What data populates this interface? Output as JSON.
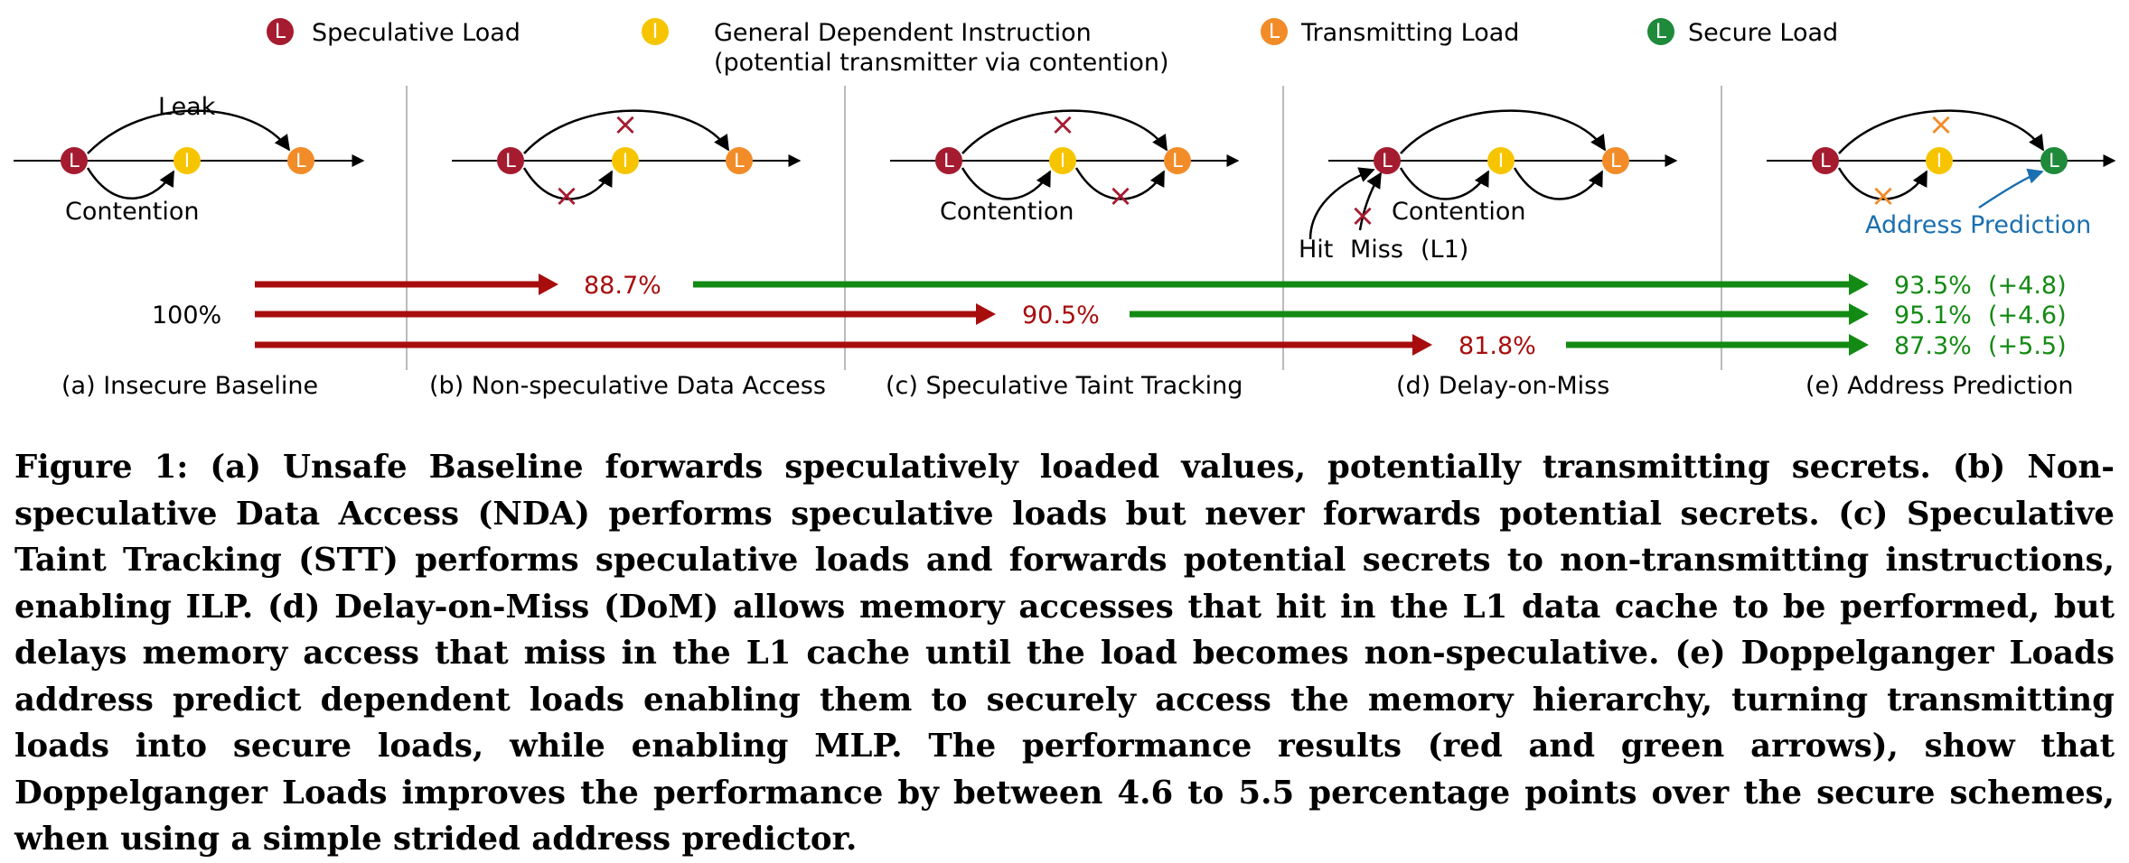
{
  "legend": [
    {
      "badge": "L",
      "color": "#a51c30",
      "label": "Speculative Load",
      "label2": ""
    },
    {
      "badge": "I",
      "color": "#f7c500",
      "label": "General Dependent Instruction",
      "label2": "(potential transmitter via contention)"
    },
    {
      "badge": "L",
      "color": "#f28c28",
      "label": "Transmitting Load",
      "label2": ""
    },
    {
      "badge": "L",
      "color": "#1e8a3a",
      "label": "Secure Load",
      "label2": ""
    }
  ],
  "colors": {
    "speculative": "#a51c30",
    "dependent": "#f7c500",
    "transmitting": "#f28c28",
    "secure": "#1e8a3a",
    "prediction": "#1a6fb0",
    "perf_red": "#a80d0d",
    "perf_green": "#138a13"
  },
  "annotations": {
    "leak": "Leak",
    "contention_a": "Contention",
    "contention_c": "Contention",
    "contention_d": "Contention",
    "hit": "Hit",
    "miss": "Miss",
    "l1": "(L1)",
    "address_prediction": "Address Prediction",
    "cross": "×"
  },
  "panels": [
    {
      "label": "(a) Insecure Baseline"
    },
    {
      "label": "(b) Non-speculative Data Access"
    },
    {
      "label": "(c) Speculative Taint Tracking"
    },
    {
      "label": "(d) Delay-on-Miss"
    },
    {
      "label": "(e) Address Prediction"
    }
  ],
  "performance": {
    "baseline": "100%",
    "rows": [
      {
        "scheme": "NDA",
        "secure": "88.7%",
        "improved": "93.5%",
        "delta": "(+4.8)"
      },
      {
        "scheme": "STT",
        "secure": "90.5%",
        "improved": "95.1%",
        "delta": "(+4.6)"
      },
      {
        "scheme": "DoM",
        "secure": "81.8%",
        "improved": "87.3%",
        "delta": "(+5.5)"
      }
    ]
  },
  "caption": "Figure 1: (a) Unsafe Baseline forwards speculatively loaded values, potentially transmitting secrets. (b) Non-speculative Data Access (NDA) performs speculative loads but never forwards potential secrets. (c) Speculative Taint Tracking (STT) performs speculative loads and forwards potential secrets to non-transmitting instructions, enabling ILP. (d) Delay-on-Miss (DoM) allows memory accesses that hit in the L1 data cache to be performed, but delays memory access that miss in the L1 cache until the load becomes non-speculative. (e) Doppelganger Loads address predict dependent loads enabling them to securely access the memory hierarchy, turning transmitting loads into secure loads, while enabling MLP. The performance results (red and green arrows), show that Doppelganger Loads improves the performance by between 4.6 to 5.5 percentage points over the secure schemes, when using a simple strided address predictor."
}
